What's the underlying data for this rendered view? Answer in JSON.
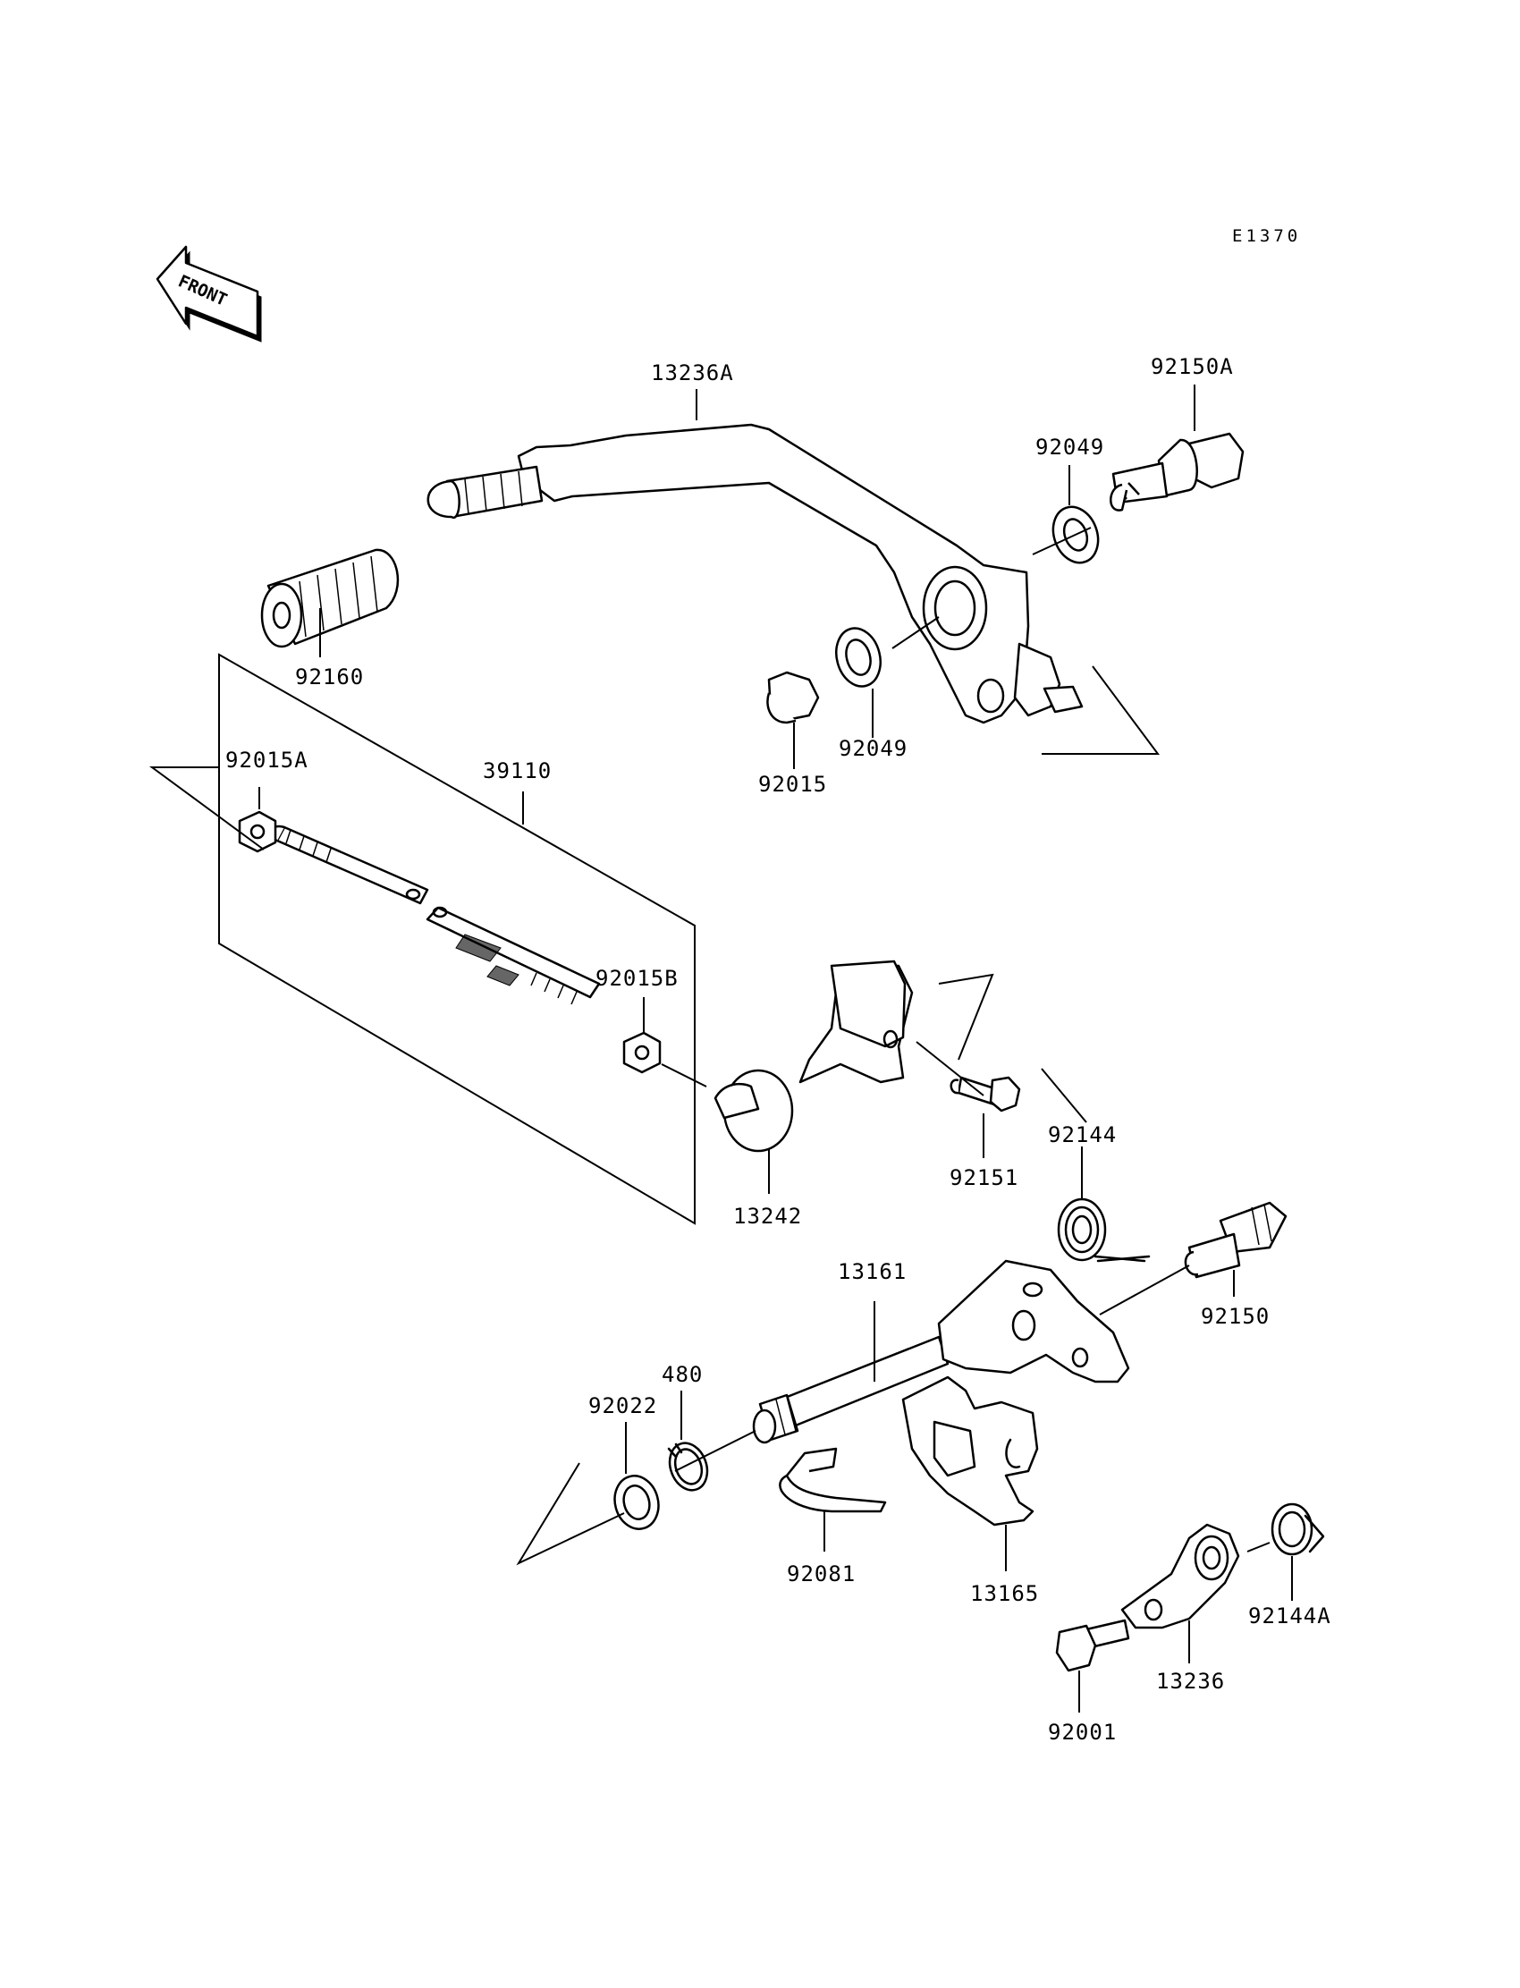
{
  "diagram": {
    "reference_code": "E1370",
    "front_label": "FRONT",
    "part_labels": {
      "p13236A": "13236A",
      "p92150A": "92150A",
      "p92049_top": "92049",
      "p92160": "92160",
      "p92015": "92015",
      "p92049_low": "92049",
      "p92015A": "92015A",
      "p39110": "39110",
      "p92015B": "92015B",
      "p13242": "13242",
      "p92151": "92151",
      "p92144": "92144",
      "p92150": "92150",
      "p13161": "13161",
      "p480": "480",
      "p92022": "92022",
      "p92081": "92081",
      "p13165": "13165",
      "p92144A": "92144A",
      "p13236": "13236",
      "p92001": "92001"
    }
  }
}
